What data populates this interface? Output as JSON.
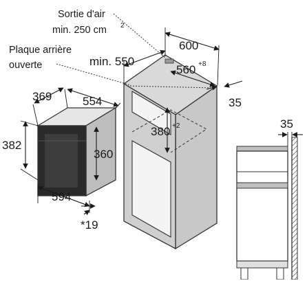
{
  "annotations": {
    "air_outlet_line1": "Sortie d'air",
    "air_outlet_line2": "min. 250 cm",
    "air_outlet_sup": "2",
    "back_panel_line1": "Plaque arrière",
    "back_panel_line2": "ouverte"
  },
  "appliance": {
    "depth_top": "369",
    "width_top": "554",
    "height_left": "382",
    "height_front": "360",
    "width_bottom": "594",
    "offset_bottom": "*19"
  },
  "cabinet": {
    "min_depth": "min. 550",
    "depth": "600",
    "niche_width": "560",
    "niche_width_tol": "+8",
    "side_gap": "35",
    "niche_height": "380",
    "niche_height_tol": "+2"
  },
  "side_view": {
    "gap": "35"
  }
}
